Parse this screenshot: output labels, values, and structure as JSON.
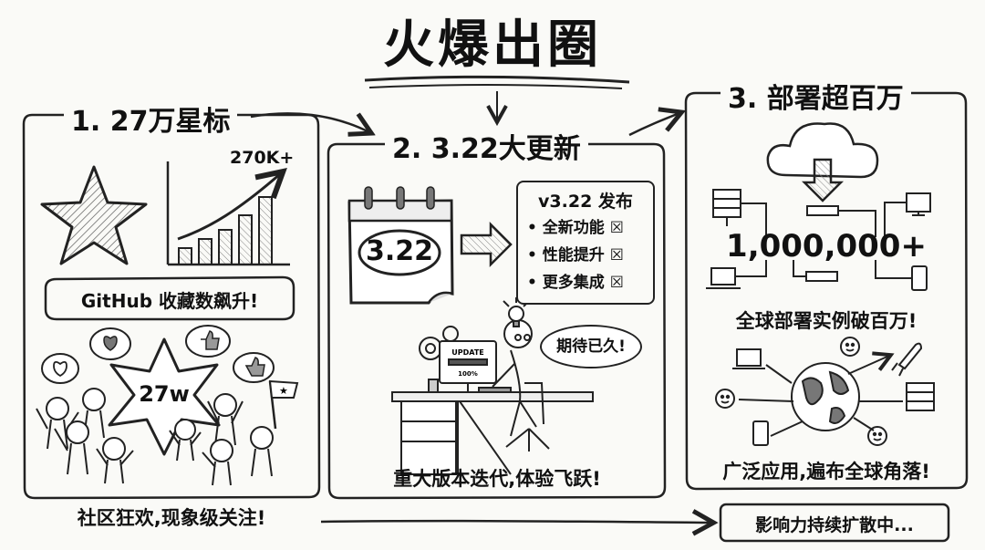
{
  "title": "火爆出圈",
  "panel1": {
    "heading": "1. 27万星标",
    "chart_peak_label": "270K+",
    "github_label": "GitHub 收藏数飙升!",
    "star_label": "27w",
    "caption": "社区狂欢,现象级关注!"
  },
  "panel2": {
    "heading": "2. 3.22大更新",
    "calendar_label": "3.22",
    "release_title": "v3.22 发布",
    "features": [
      "全新功能",
      "性能提升",
      "更多集成"
    ],
    "checkbox_glyph": "☒",
    "screen_title": "UPDATE",
    "screen_percent": "100%",
    "speech": "期待已久!",
    "caption": "重大版本迭代,体验飞跃!"
  },
  "panel3": {
    "heading": "3. 部署超百万",
    "count": "1,000,000+",
    "caption1": "全球部署实例破百万!",
    "caption2": "广泛应用,遍布全球角落!"
  },
  "footer": "影响力持续扩散中..."
}
